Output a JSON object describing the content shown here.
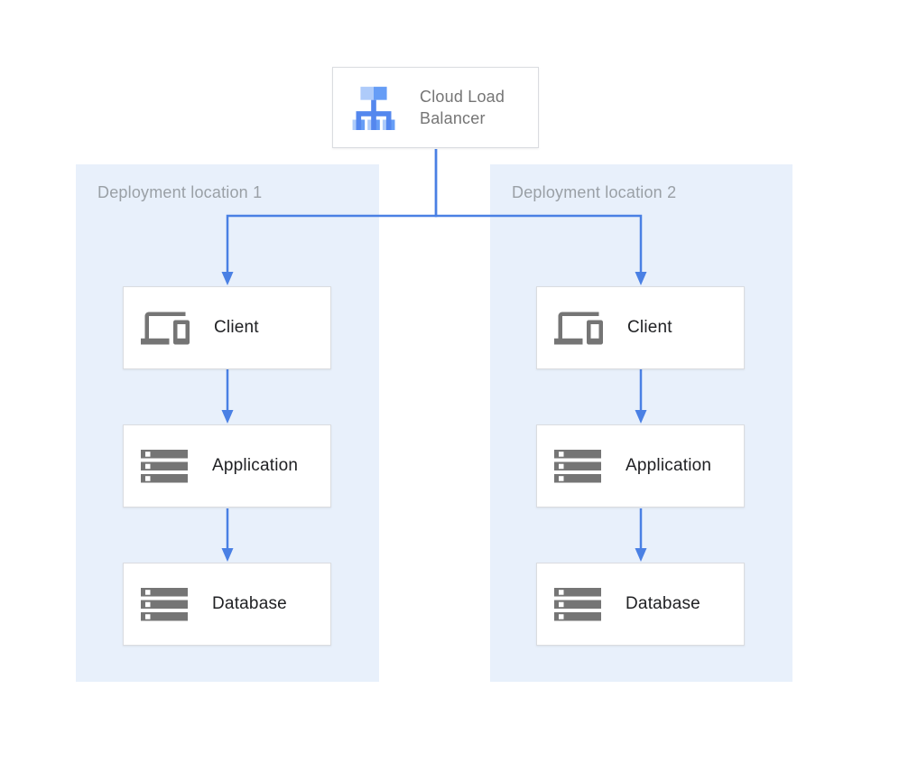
{
  "load_balancer": {
    "label": "Cloud Load Balancer",
    "icon": "load-balancer-icon"
  },
  "regions": [
    {
      "label": "Deployment location 1",
      "nodes": [
        {
          "label": "Client",
          "icon": "devices-icon"
        },
        {
          "label": "Application",
          "icon": "server-stack-icon"
        },
        {
          "label": "Database",
          "icon": "server-stack-icon"
        }
      ]
    },
    {
      "label": "Deployment location 2",
      "nodes": [
        {
          "label": "Client",
          "icon": "devices-icon"
        },
        {
          "label": "Application",
          "icon": "server-stack-icon"
        },
        {
          "label": "Database",
          "icon": "server-stack-icon"
        }
      ]
    }
  ],
  "colors": {
    "region_background": "#E8F0FB",
    "connector_blue": "#4A80E4",
    "node_border": "#DADCE0",
    "node_label_text": "#202124",
    "region_label_text": "#9AA0A6",
    "lb_label_text": "#757575",
    "icon_gray": "#757575",
    "lb_icon_light_blue": "#AECBFA",
    "lb_icon_mid_blue": "#669DF6",
    "lb_icon_tree_blue": "#5487EE"
  }
}
